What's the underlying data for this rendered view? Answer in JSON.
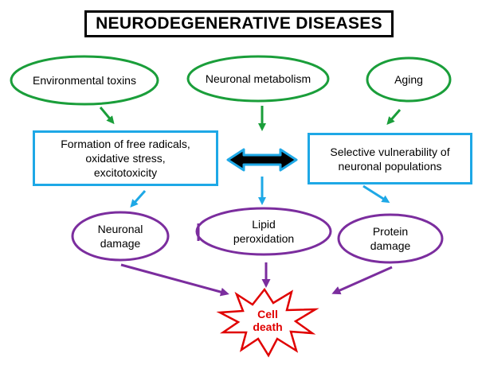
{
  "title": "NEURODEGENERATIVE DISEASES",
  "causes": {
    "environmental": "Environmental toxins",
    "metabolism": "Neuronal metabolism",
    "aging": "Aging"
  },
  "mechanisms": {
    "free_radicals": [
      "Formation of free radicals,",
      "oxidative stress,",
      "excitotoxicity"
    ],
    "vulnerability": [
      "Selective vulnerability of",
      "neuronal populations"
    ]
  },
  "effects": {
    "neuronal_damage": [
      "Neuronal",
      "damage"
    ],
    "lipid_peroxidation": [
      "Lipid",
      "peroxidation"
    ],
    "protein_damage": [
      "Protein",
      "damage"
    ]
  },
  "outcome": [
    "Cell",
    "death"
  ],
  "colors": {
    "green": "#1a9e3a",
    "blue": "#1ea8e6",
    "purple": "#7b2d9e",
    "red": "#e00000",
    "black": "#000000"
  }
}
